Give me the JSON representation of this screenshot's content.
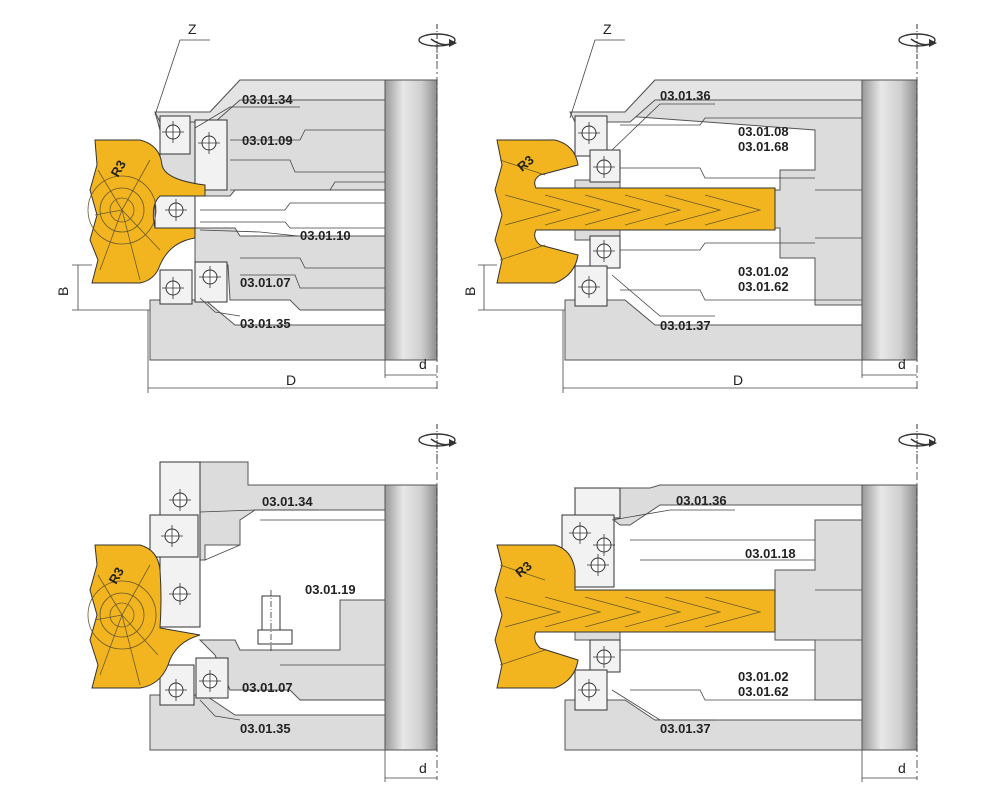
{
  "panels": {
    "tl": {
      "z": "Z",
      "r": "R3",
      "b": "B",
      "D": "D",
      "d": "d",
      "labels": [
        "03.01.34",
        "03.01.09",
        "03.01.10",
        "03.01.07",
        "03.01.35"
      ]
    },
    "tr": {
      "z": "Z",
      "r": "R3",
      "b": "B",
      "D": "D",
      "d": "d",
      "labels": [
        "03.01.36",
        "03.01.08",
        "03.01.68",
        "03.01.02",
        "03.01.62",
        "03.01.37"
      ]
    },
    "bl": {
      "r": "R3",
      "d": "d",
      "labels": [
        "03.01.34",
        "03.01.19",
        "03.01.07",
        "03.01.35"
      ]
    },
    "br": {
      "r": "R3",
      "d": "d",
      "labels": [
        "03.01.36",
        "03.01.18",
        "03.01.02",
        "03.01.62",
        "03.01.37"
      ]
    }
  },
  "colors": {
    "wood": "#f2b51f",
    "body": "#dcdcdc",
    "outline": "#555555"
  },
  "icons": [
    "rotation-direction-icon"
  ]
}
